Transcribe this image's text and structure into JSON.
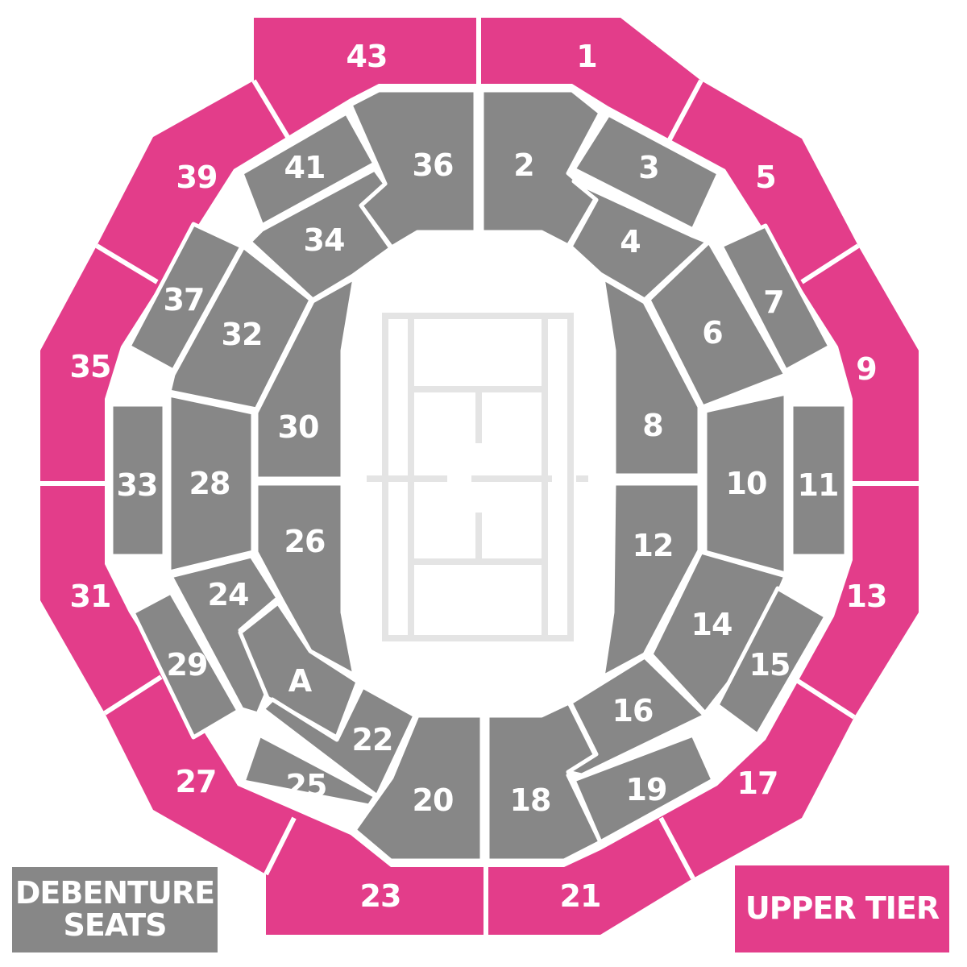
{
  "colors": {
    "upper_tier": "#e33d8a",
    "debenture": "#878787",
    "court_lines": "#e4e4e4",
    "background": "#ffffff"
  },
  "upper_tier_sections": [
    "43",
    "1",
    "5",
    "9",
    "13",
    "17",
    "21",
    "23",
    "27",
    "31",
    "35",
    "39"
  ],
  "debenture_sections": [
    "36",
    "2",
    "3",
    "4",
    "41",
    "34",
    "37",
    "32",
    "30",
    "28",
    "33",
    "26",
    "24",
    "29",
    "A",
    "22",
    "25",
    "20",
    "18",
    "19",
    "16",
    "14",
    "15",
    "12",
    "8",
    "6",
    "7",
    "10",
    "11"
  ],
  "legend": {
    "debenture": {
      "line1": "DEBENTURE",
      "line2": "SEATS"
    },
    "upper_tier": "UPPER TIER"
  }
}
